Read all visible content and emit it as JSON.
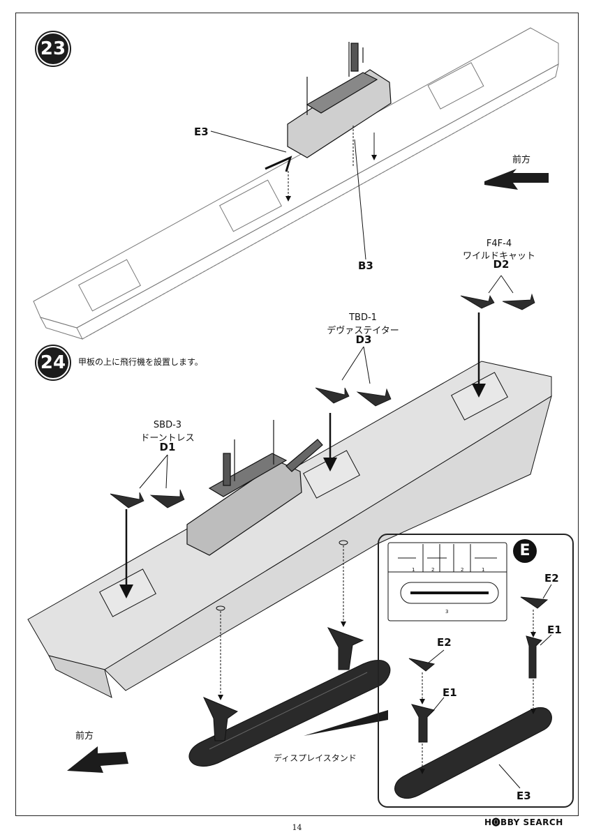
{
  "steps": [
    {
      "number": "23"
    },
    {
      "number": "24",
      "instruction": "甲板の上に飛行機を設置します。"
    }
  ],
  "labels": {
    "forward": "前方",
    "e3": "E3",
    "b3": "B3",
    "f4f_model": "F4F-4",
    "f4f_name": "ワイルドキャット",
    "f4f_part": "D2",
    "tbd_model": "TBD-1",
    "tbd_name": "デヴァステイター",
    "tbd_part": "D3",
    "sbd_model": "SBD-3",
    "sbd_name": "ドーントレス",
    "sbd_part": "D1",
    "display_stand": "ディスプレイスタンド"
  },
  "sprue": {
    "letter": "E",
    "numbers": [
      "1",
      "2",
      "2",
      "1",
      "3"
    ],
    "parts": [
      "E2",
      "E1",
      "E2",
      "E1",
      "E3"
    ]
  },
  "page_number": "14",
  "watermark": "H🅞BBY SEARCH",
  "colors": {
    "ink": "#1c1c1c",
    "hull": "#d9d9d9",
    "deck": "#e2e2e2",
    "stand": "#2a2a2a"
  }
}
